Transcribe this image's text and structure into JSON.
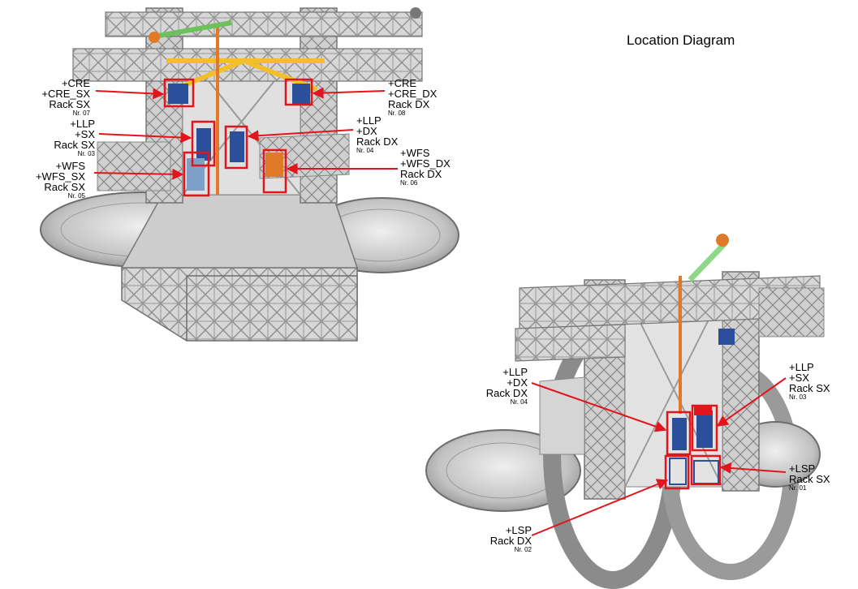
{
  "title": "Location Diagram",
  "labels": {
    "cre_sx": {
      "l1": "+CRE",
      "l2": "+CRE_SX",
      "l3": "Rack SX",
      "nr": "Nr. 07"
    },
    "cre_dx": {
      "l1": "+CRE",
      "l2": "+CRE_DX",
      "l3": "Rack DX",
      "nr": "Nr. 08"
    },
    "llp_sx_top": {
      "l1": "+LLP",
      "l2": "+SX",
      "l3": "Rack SX",
      "nr": "Nr. 03"
    },
    "llp_dx_top": {
      "l1": "+LLP",
      "l2": "+DX",
      "l3": "Rack DX",
      "nr": "Nr. 04"
    },
    "wfs_sx": {
      "l1": "+WFS",
      "l2": "+WFS_SX",
      "l3": "Rack SX",
      "nr": "Nr. 05"
    },
    "wfs_dx": {
      "l1": "+WFS",
      "l2": "+WFS_DX",
      "l3": "Rack DX",
      "nr": "Nr. 06"
    },
    "llp_dx_bot": {
      "l1": "+LLP",
      "l2": "+DX",
      "l3": "Rack DX",
      "nr": "Nr. 04"
    },
    "llp_sx_bot": {
      "l1": "+LLP",
      "l2": "+SX",
      "l3": "Rack SX",
      "nr": "Nr. 03"
    },
    "lsp_sx": {
      "l1": "+LSP",
      "l2": "Rack SX",
      "nr": "Nr. 01"
    },
    "lsp_dx": {
      "l1": "+LSP",
      "l2": "Rack DX",
      "nr": "Nr. 02"
    }
  },
  "colors": {
    "structure": "#b9b9b9",
    "structure_dark": "#7d7d7d",
    "highlight": "#e2141c",
    "rack": "#2c4f9c",
    "beam_yellow": "#f2bf2a",
    "pipe_green": "#6cc15b",
    "orange": "#e07a28"
  }
}
